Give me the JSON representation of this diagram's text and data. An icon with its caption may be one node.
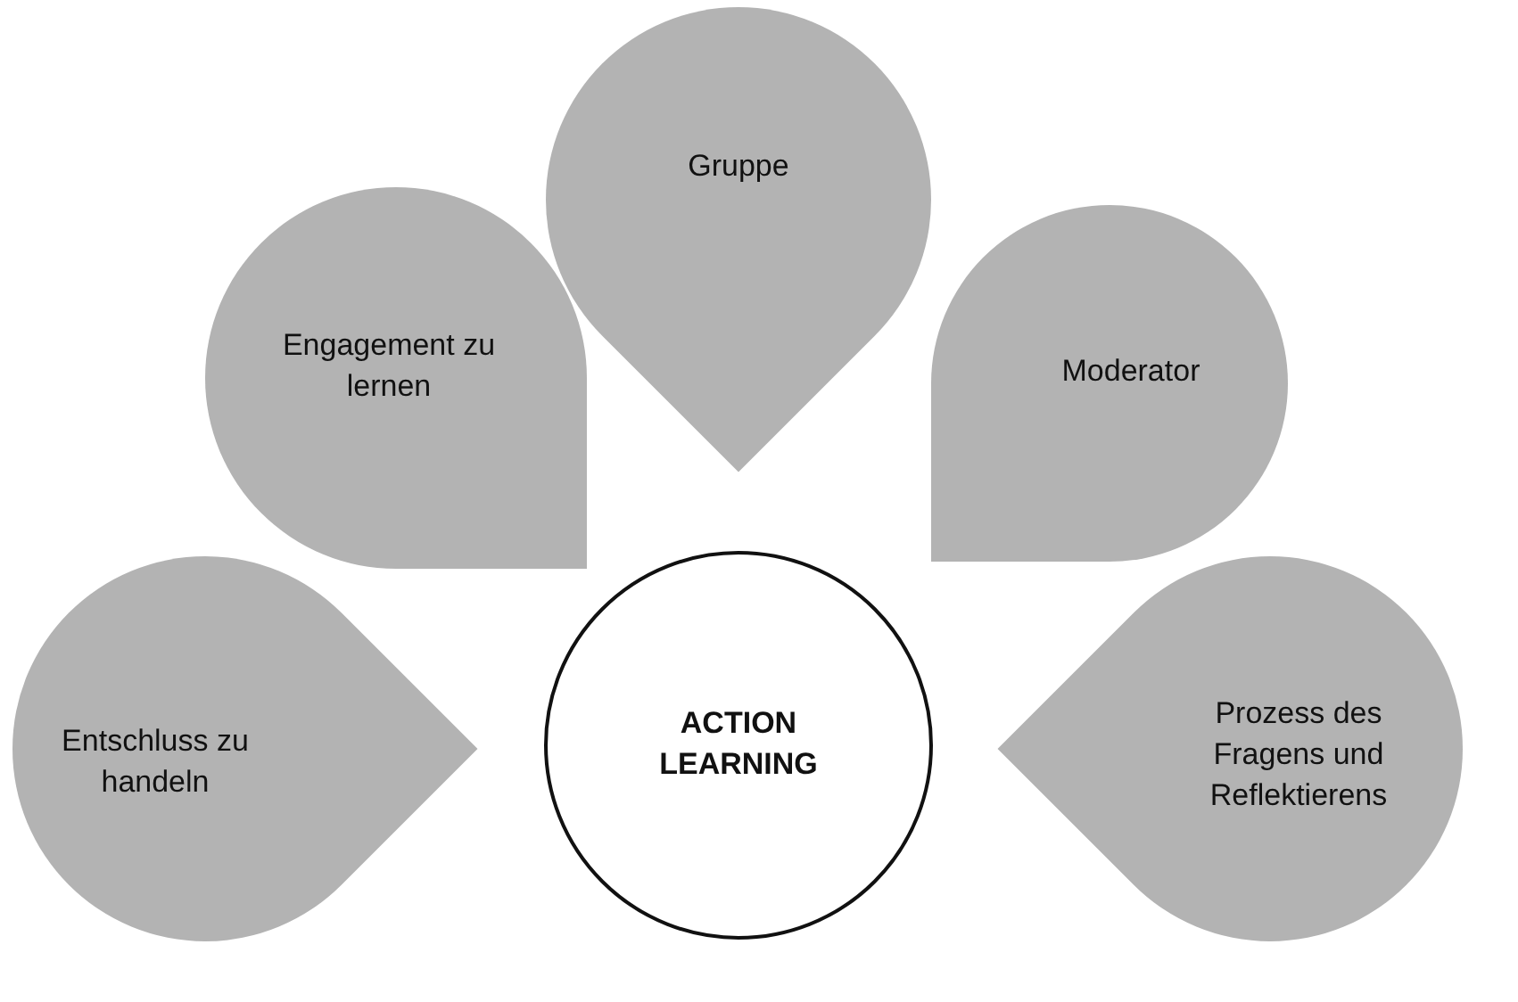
{
  "diagram": {
    "nodes": [
      {
        "text": [
          "Gruppe"
        ]
      },
      {
        "text": [
          "Engagement zu lernen"
        ]
      },
      {
        "text": [
          "Moderator"
        ]
      },
      {
        "text": [
          "Entschluss zu handeln"
        ]
      },
      {
        "text": [
          "ACTION LEARNING"
        ]
      },
      {
        "text": [
          "Prozess des Fragens und Reflektierens"
        ]
      }
    ]
  }
}
